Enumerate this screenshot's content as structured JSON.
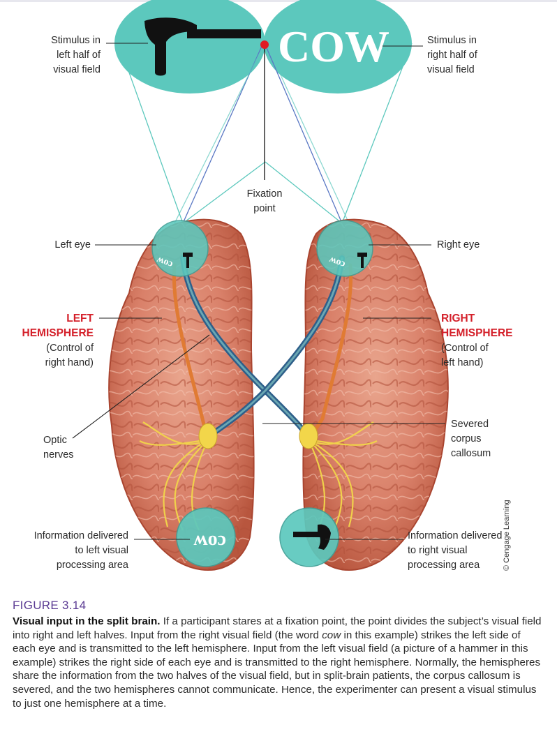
{
  "labels": {
    "stim_left": "Stimulus in\nleft half of\nvisual field",
    "stim_right": "Stimulus in\nright half of\nvisual field",
    "cow_word": "COW",
    "fixation": "Fixation\npoint",
    "left_eye": "Left eye",
    "right_eye": "Right eye",
    "left_hemi": "LEFT\nHEMISPHERE",
    "left_hemi_sub": "(Control of\nright hand)",
    "right_hemi": "RIGHT\nHEMISPHERE",
    "right_hemi_sub": "(Control of\nleft hand)",
    "optic": "Optic\nnerves",
    "severed": "Severed\ncorpus\ncallosum",
    "info_left": "Information delivered\nto left visual\nprocessing area",
    "info_right": "Information delivered\nto right visual\nprocessing area",
    "eye_cow": "cow",
    "proc_cow": "cow",
    "credit": "© Cengage Learning"
  },
  "caption": {
    "figure_number": "FIGURE 3.14",
    "title": "Visual input in the split brain.",
    "text_1": " If a participant stares at a fixation point, the point divides the subject’s visual field into right and left halves. Input from the right visual field (the word ",
    "text_italic": "cow",
    "text_2": " in this example) strikes the left side of each eye and is transmitted to the left hemisphere. Input from the left visual field (a picture of a hammer in this example) strikes the right side of each eye and is transmitted to the right hemisphere. Normally, the hemispheres share the information from the two halves of the visual field, but in split-brain patients, the corpus callosum is severed, and the two hemispheres cannot communicate. Hence, the experimenter can present a visual stimulus to just one hemisphere at a time."
  },
  "colors": {
    "field": "#5cc8bd",
    "brain": "#d98069",
    "brain_dark": "#a9442f",
    "nerve_blue": "#2e5f8a",
    "nerve_orange": "#e07b33",
    "callosum": "#f2d64a",
    "fixation_dot": "#e01b24",
    "label_red": "#d4202a",
    "caption_purple": "#5b3b93"
  }
}
